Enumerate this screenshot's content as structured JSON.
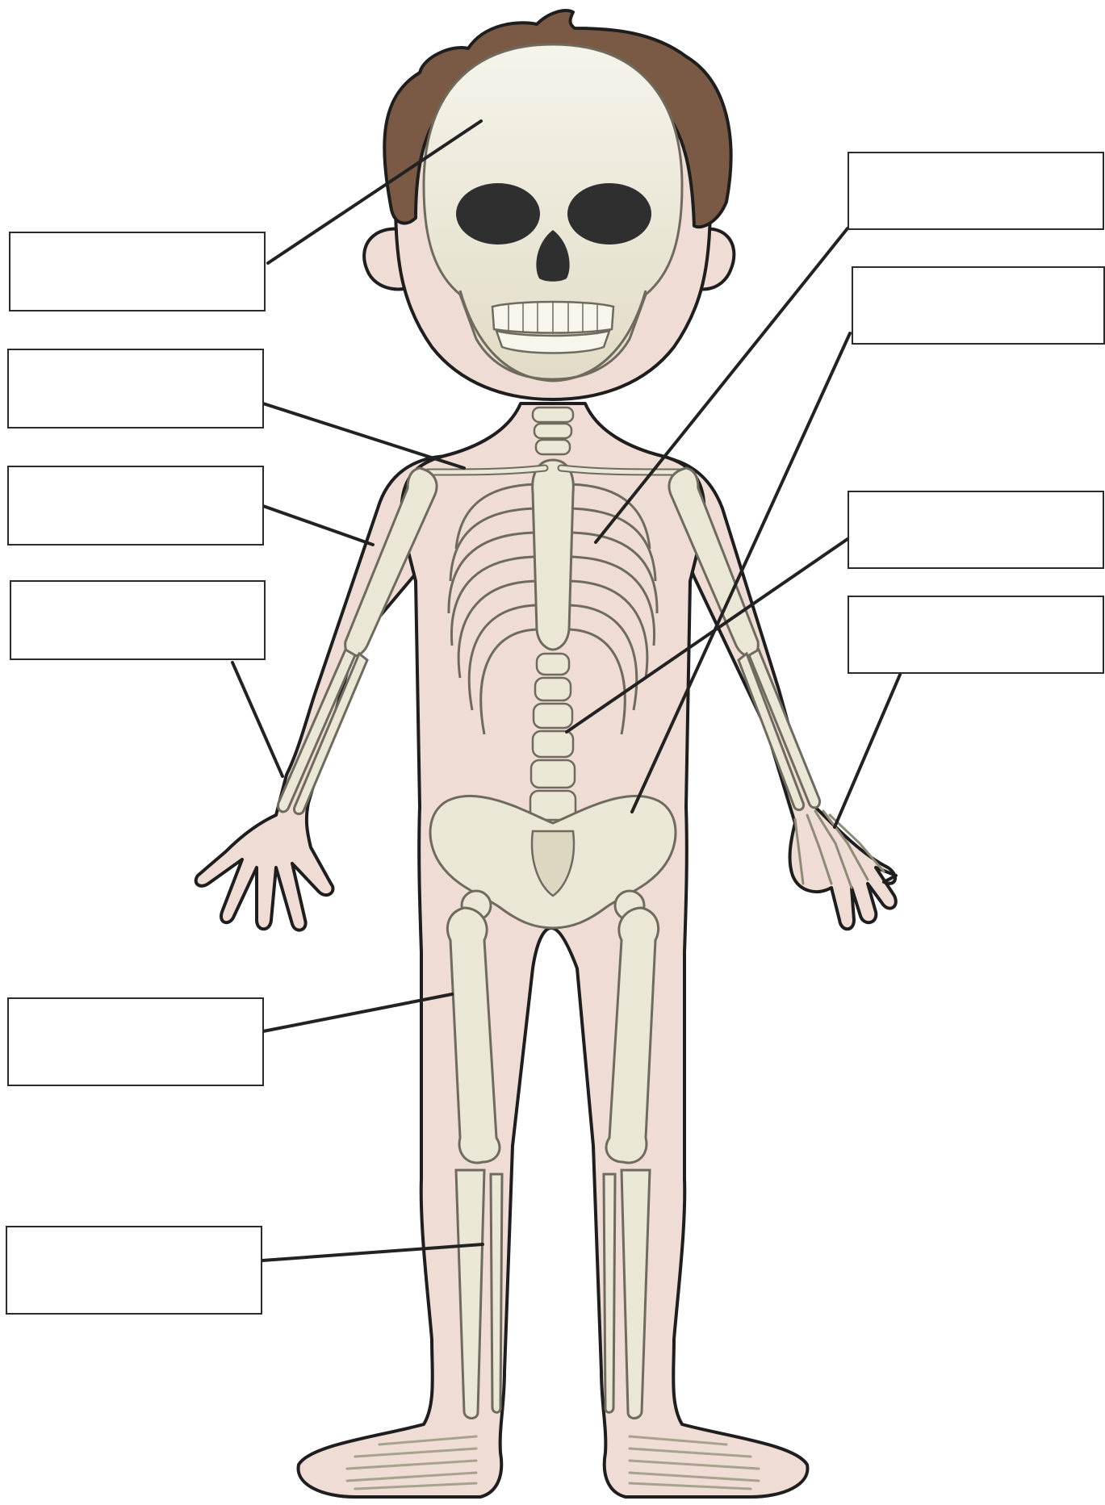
{
  "colors": {
    "skin": "#efdcd4",
    "skin_outline": "#1e1e1e",
    "hair": "#7a5a45",
    "hair_dark": "#5d4331",
    "bone": "#ebe7d6",
    "bone_shade": "#cfcab3",
    "bone_outline": "#6e6b5e",
    "eye_socket": "#2f2f2f",
    "leader_line": "#222222",
    "box_border": "#2b2b2b"
  },
  "diagram": {
    "subject": "child skeleton",
    "label_boxes": [
      {
        "id": "skull",
        "text": ""
      },
      {
        "id": "collarbone",
        "text": ""
      },
      {
        "id": "upper-arm",
        "text": ""
      },
      {
        "id": "forearm",
        "text": ""
      },
      {
        "id": "thigh",
        "text": ""
      },
      {
        "id": "lower-leg",
        "text": ""
      },
      {
        "id": "ribs",
        "text": ""
      },
      {
        "id": "pelvis",
        "text": ""
      },
      {
        "id": "spine",
        "text": ""
      },
      {
        "id": "hand",
        "text": ""
      }
    ]
  }
}
